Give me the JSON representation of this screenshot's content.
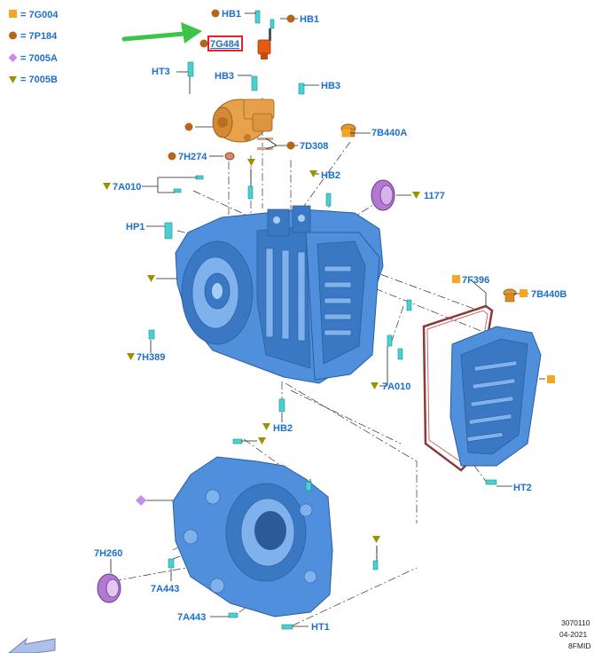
{
  "legend": [
    {
      "code": "7G004",
      "symbol": "square",
      "color": "#f5a623"
    },
    {
      "code": "7P184",
      "symbol": "circle",
      "color": "#b8651b"
    },
    {
      "code": "7005A",
      "symbol": "diamond",
      "color": "#c58de8"
    },
    {
      "code": "7005B",
      "symbol": "triangle",
      "color": "#9b9200"
    }
  ],
  "callouts": {
    "hb1_top": "HB1",
    "hb1_right": "HB1",
    "p7g484": "7G484",
    "ht3": "HT3",
    "hb3_left": "HB3",
    "hb3_right": "HB3",
    "p7d308": "7D308",
    "p7b440a": "7B440A",
    "p7h274": "7H274",
    "p7a010_top": "7A010",
    "hb2_top": "HB2",
    "p1177": "1177",
    "hp1": "HP1",
    "p7f396": "7F396",
    "p7b440b": "7B440B",
    "p7h389": "7H389",
    "p7a010_mid": "7A010",
    "hb2_bottom": "HB2",
    "ht2": "HT2",
    "p7h260": "7H260",
    "p7a443_a": "7A443",
    "p7a443_b": "7A443",
    "ht1": "HT1"
  },
  "highlight_part": "7G484",
  "arrow_color": "#3cc34a",
  "reference": {
    "line1": "3070110",
    "line2": "04-2021",
    "line3": "8FMID"
  },
  "icons": [
    "green-arrow-icon",
    "view-direction-arrow-icon"
  ]
}
